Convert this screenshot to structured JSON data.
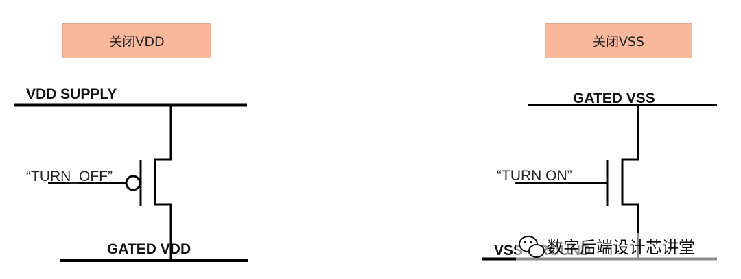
{
  "left_circuit": {
    "title": "关闭VDD",
    "top_rail_label": "VDD SUPPLY",
    "gate_label": "“TURN_OFF”",
    "bottom_rail_label": "GATED  VDD"
  },
  "right_circuit": {
    "title": "关闭VSS",
    "top_rail_label": "GATED VSS",
    "gate_label": "“TURN ON”",
    "bottom_rail_label": "VSS GROUND"
  },
  "watermark": {
    "text": "数字后端设计芯讲堂"
  },
  "colors": {
    "title_fill": "#f9b79c",
    "wire": "#000000"
  }
}
